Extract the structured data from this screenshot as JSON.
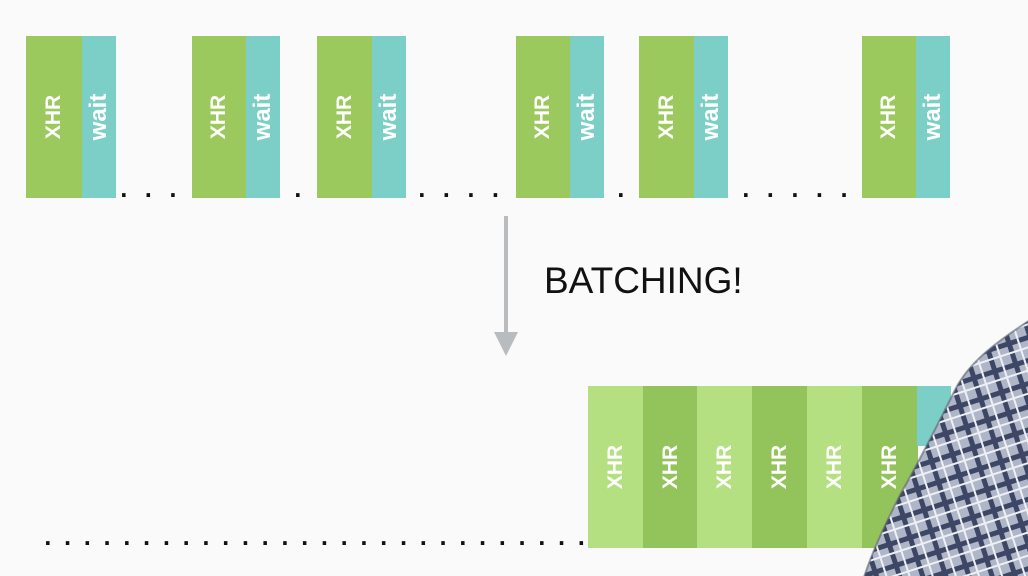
{
  "heading": "BATCHING!",
  "block_labels": {
    "xhr": "XHR",
    "wait": "wait"
  },
  "gap_dots": {
    "gap_1": ". . .",
    "gap_2": ".",
    "gap_3": ". . . .",
    "gap_4": ".",
    "gap_5": ". . . . .",
    "batched_lead": ". . . . . . . . . . . . . . . . . . . . . . . . . . . . . . . . ."
  },
  "unbatched_requests": [
    {
      "xhr": "XHR",
      "wait": "wait"
    },
    {
      "xhr": "XHR",
      "wait": "wait"
    },
    {
      "xhr": "XHR",
      "wait": "wait"
    },
    {
      "xhr": "XHR",
      "wait": "wait"
    },
    {
      "xhr": "XHR",
      "wait": "wait"
    },
    {
      "xhr": "XHR",
      "wait": "wait"
    }
  ],
  "batched_requests": [
    "XHR",
    "XHR",
    "XHR",
    "XHR",
    "XHR",
    "XHR"
  ],
  "colors": {
    "xhr": "#9bc95d",
    "wait": "#7ccfc6",
    "batched_light": "#b5e081",
    "batched_dark": "#93c45c",
    "arrow": "#b9bcbf",
    "text": "#111111",
    "background": "#fafafa"
  }
}
